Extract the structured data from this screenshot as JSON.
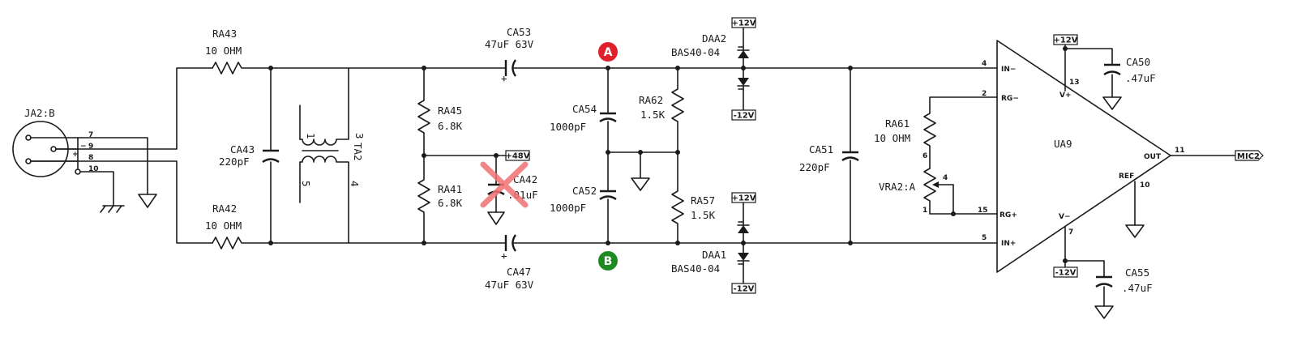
{
  "connector": {
    "name": "JA2:B",
    "pins": [
      {
        "num": "7"
      },
      {
        "num": "9"
      },
      {
        "num": "8"
      },
      {
        "num": "10"
      }
    ],
    "plus": "+",
    "minus": "−"
  },
  "resistors": {
    "RA43": {
      "ref": "RA43",
      "value": "10 OHM"
    },
    "RA42": {
      "ref": "RA42",
      "value": "10 OHM"
    },
    "RA45": {
      "ref": "RA45",
      "value": "6.8K"
    },
    "RA41": {
      "ref": "RA41",
      "value": "6.8K"
    },
    "RA62": {
      "ref": "RA62",
      "value": "1.5K"
    },
    "RA57": {
      "ref": "RA57",
      "value": "1.5K"
    },
    "RA61": {
      "ref": "RA61",
      "value": "10 OHM"
    }
  },
  "capacitors": {
    "CA43": {
      "ref": "CA43",
      "value": "220pF"
    },
    "CA53": {
      "ref": "CA53",
      "value": "47uF 63V"
    },
    "CA47": {
      "ref": "CA47",
      "value": "47uF 63V"
    },
    "CA42": {
      "ref": "CA42",
      "value": ".01uF"
    },
    "CA54": {
      "ref": "CA54",
      "value": "1000pF"
    },
    "CA52": {
      "ref": "CA52",
      "value": "1000pF"
    },
    "CA51": {
      "ref": "CA51",
      "value": "220pF"
    },
    "CA50": {
      "ref": "CA50",
      "value": ".47uF"
    },
    "CA55": {
      "ref": "CA55",
      "value": ".47uF"
    }
  },
  "transformer": {
    "ref": "TA2",
    "pins": [
      "1",
      "3",
      "5",
      "4"
    ]
  },
  "diodes": {
    "DAA2": {
      "ref": "DAA2",
      "value": "BAS40-04"
    },
    "DAA1": {
      "ref": "DAA1",
      "value": "BAS40-04"
    }
  },
  "pot": {
    "ref": "VRA2:A",
    "pins": [
      "6",
      "4",
      "1"
    ]
  },
  "amp": {
    "ref": "UA9",
    "pins": [
      {
        "num": "4",
        "name": "IN−"
      },
      {
        "num": "2",
        "name": "RG−"
      },
      {
        "num": "13",
        "name": "V+"
      },
      {
        "num": "15",
        "name": "RG+"
      },
      {
        "num": "5",
        "name": "IN+"
      },
      {
        "num": "7",
        "name": "V−"
      },
      {
        "num": "11",
        "name": "OUT"
      },
      {
        "num": "10",
        "name": "REF"
      }
    ]
  },
  "power": {
    "p48": "+48V",
    "p12": "+12V",
    "m12": "-12V"
  },
  "output_net": "MIC2",
  "markers": {
    "a": {
      "label": "A",
      "color": "#e0202a"
    },
    "b": {
      "label": "B",
      "color": "#1d8a22"
    }
  },
  "dnp_color": "#f07070"
}
